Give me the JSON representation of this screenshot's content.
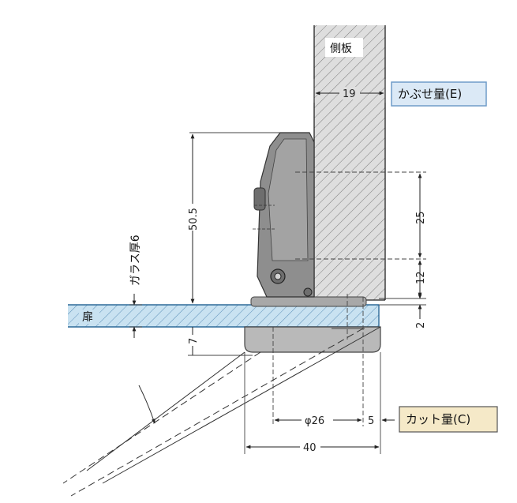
{
  "labels": {
    "side_panel": "側板",
    "door": "扉",
    "glass_thickness": "ガラス厚6",
    "overlay": "かぶせ量(E)",
    "cut_amount": "カット量(C)"
  },
  "dimensions": {
    "d19": "19",
    "d50_5": "50.5",
    "d25": "25",
    "d12": "12",
    "d2": "2",
    "d7": "7",
    "phi26": "φ26",
    "d5": "5",
    "d40": "40"
  },
  "colors": {
    "panel_fill": "#dedede",
    "glass_fill": "#c9e2f1",
    "glass_hatch": "#5b8fb8",
    "hinge_fill": "#8e8e8e",
    "hinge_dark": "#6e6e6e",
    "cup_fill": "#b9b9b9",
    "overlay_box": "#dbe9f6",
    "overlay_border": "#6f9cc8",
    "cut_box": "#f5e9c8",
    "cut_border": "#555555"
  }
}
